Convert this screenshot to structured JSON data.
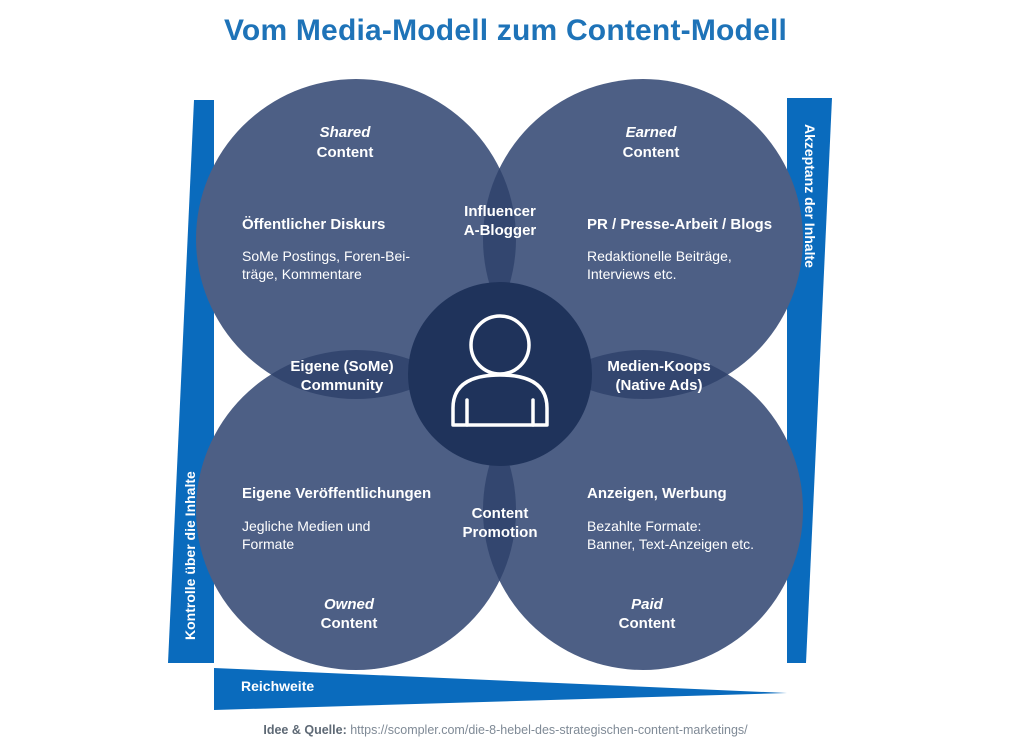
{
  "title": "Vom Media-Modell zum Content-Modell",
  "quadrants": {
    "shared": {
      "name_line1": "Shared",
      "name_line2": "Content",
      "heading": "Öffentlicher Diskurs",
      "body_line1": "SoMe Postings, Foren-Bei-",
      "body_line2": "träge, Kommentare"
    },
    "earned": {
      "name_line1": "Earned",
      "name_line2": "Content",
      "heading": "PR / Presse-Arbeit / Blogs",
      "body_line1": "Redaktionelle Beiträge,",
      "body_line2": "Interviews etc."
    },
    "owned": {
      "name_line1": "Owned",
      "name_line2": "Content",
      "heading": "Eigene Veröffentlichungen",
      "body_line1": "Jegliche Medien und",
      "body_line2": "Formate"
    },
    "paid": {
      "name_line1": "Paid",
      "name_line2": "Content",
      "heading": "Anzeigen, Werbung",
      "body_line1": "Bezahlte Formate:",
      "body_line2": "Banner, Text-Anzeigen etc."
    }
  },
  "overlaps": {
    "top": {
      "line1": "Influencer",
      "line2": "A-Blogger"
    },
    "left": {
      "line1": "Eigene (SoMe)",
      "line2": "Community"
    },
    "right": {
      "line1": "Medien-Koops",
      "line2": "(Native Ads)"
    },
    "bottom": {
      "line1": "Content",
      "line2": "Promotion"
    }
  },
  "center_icon": "person-icon",
  "axes": {
    "left": "Kontrolle über die Inhalte",
    "right": "Akzeptanz der Inhalte",
    "bottom": "Reichweite"
  },
  "source": {
    "label": "Idee & Quelle:",
    "url": "https://scompler.com/die-8-hebel-des-strategischen-content-marketings/"
  },
  "colors": {
    "title": "#1e73b8",
    "accent_blue": "#0a6bbd",
    "circle": "#4d5f85",
    "overlap": "#33466f",
    "center": "#1f335b"
  }
}
